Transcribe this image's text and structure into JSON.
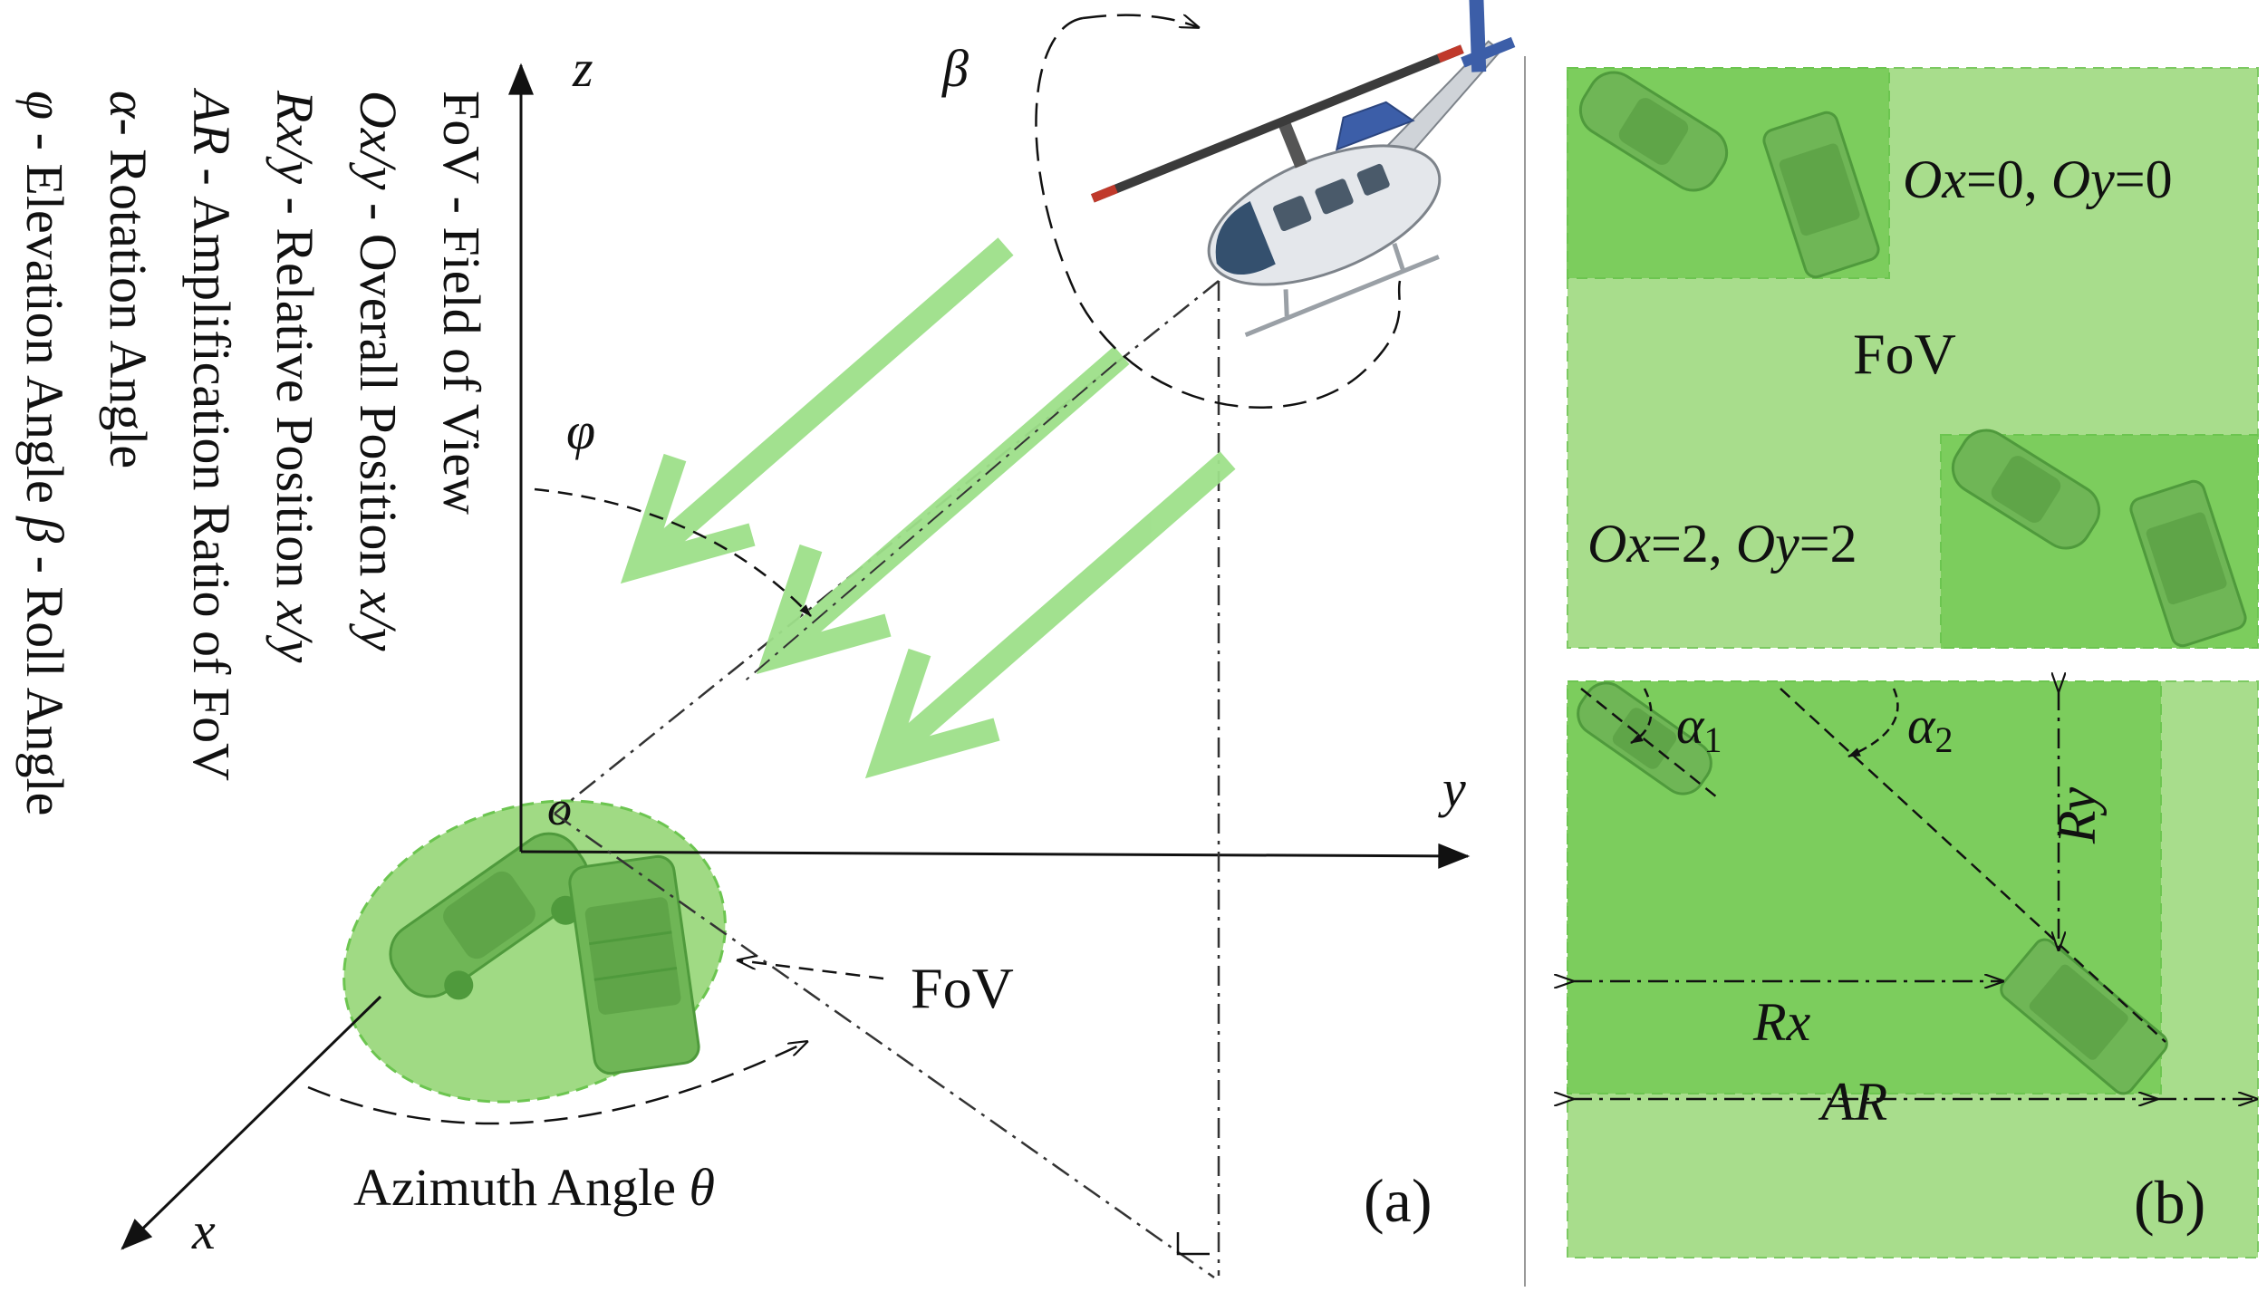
{
  "colors": {
    "fov_light": "#a8dd8c",
    "fov_mid": "#8fd36f",
    "fov_dark": "#6cc550",
    "arrow_green": "#9ee08a",
    "ink": "#111111"
  },
  "legend": {
    "line1": "FoV - Field of View",
    "line2_sym": "Ox/y",
    "line2_text": " - Overall Position ",
    "line2_sym2": "x/y",
    "line3_sym": "Rx/y",
    "line3_text": " - Relative Position ",
    "line3_sym2": "x/y",
    "line4_sym": "AR",
    "line4_text": " - Amplification Ratio of FoV",
    "line5_sym": "α",
    "line5_text": "- Rotation Angle",
    "line6_sym": "φ",
    "line6_text": "  - Elevation Angle  ",
    "line6_sym2": "β",
    "line6_text2": "  - Roll Angle"
  },
  "panel_a": {
    "axis_z": "z",
    "axis_y": "y",
    "axis_x": "x",
    "origin": "o",
    "phi": "φ",
    "beta": "β",
    "fov_label": "FoV",
    "azimuth_text": "Azimuth Angle ",
    "azimuth_sym": "θ",
    "panel_label": "(a)"
  },
  "panel_b": {
    "top": {
      "pos1_a": "Ox",
      "pos1_b": "=0, ",
      "pos1_c": "Oy",
      "pos1_d": "=0",
      "fov": "FoV",
      "pos2_a": "Ox",
      "pos2_b": "=2, ",
      "pos2_c": "Oy",
      "pos2_d": "=2"
    },
    "bottom": {
      "alpha1": "α",
      "alpha1_sub": "1",
      "alpha2": "α",
      "alpha2_sub": "2",
      "ry": "Ry",
      "rx": "Rx",
      "ar": "AR"
    },
    "panel_label": "(b)"
  }
}
